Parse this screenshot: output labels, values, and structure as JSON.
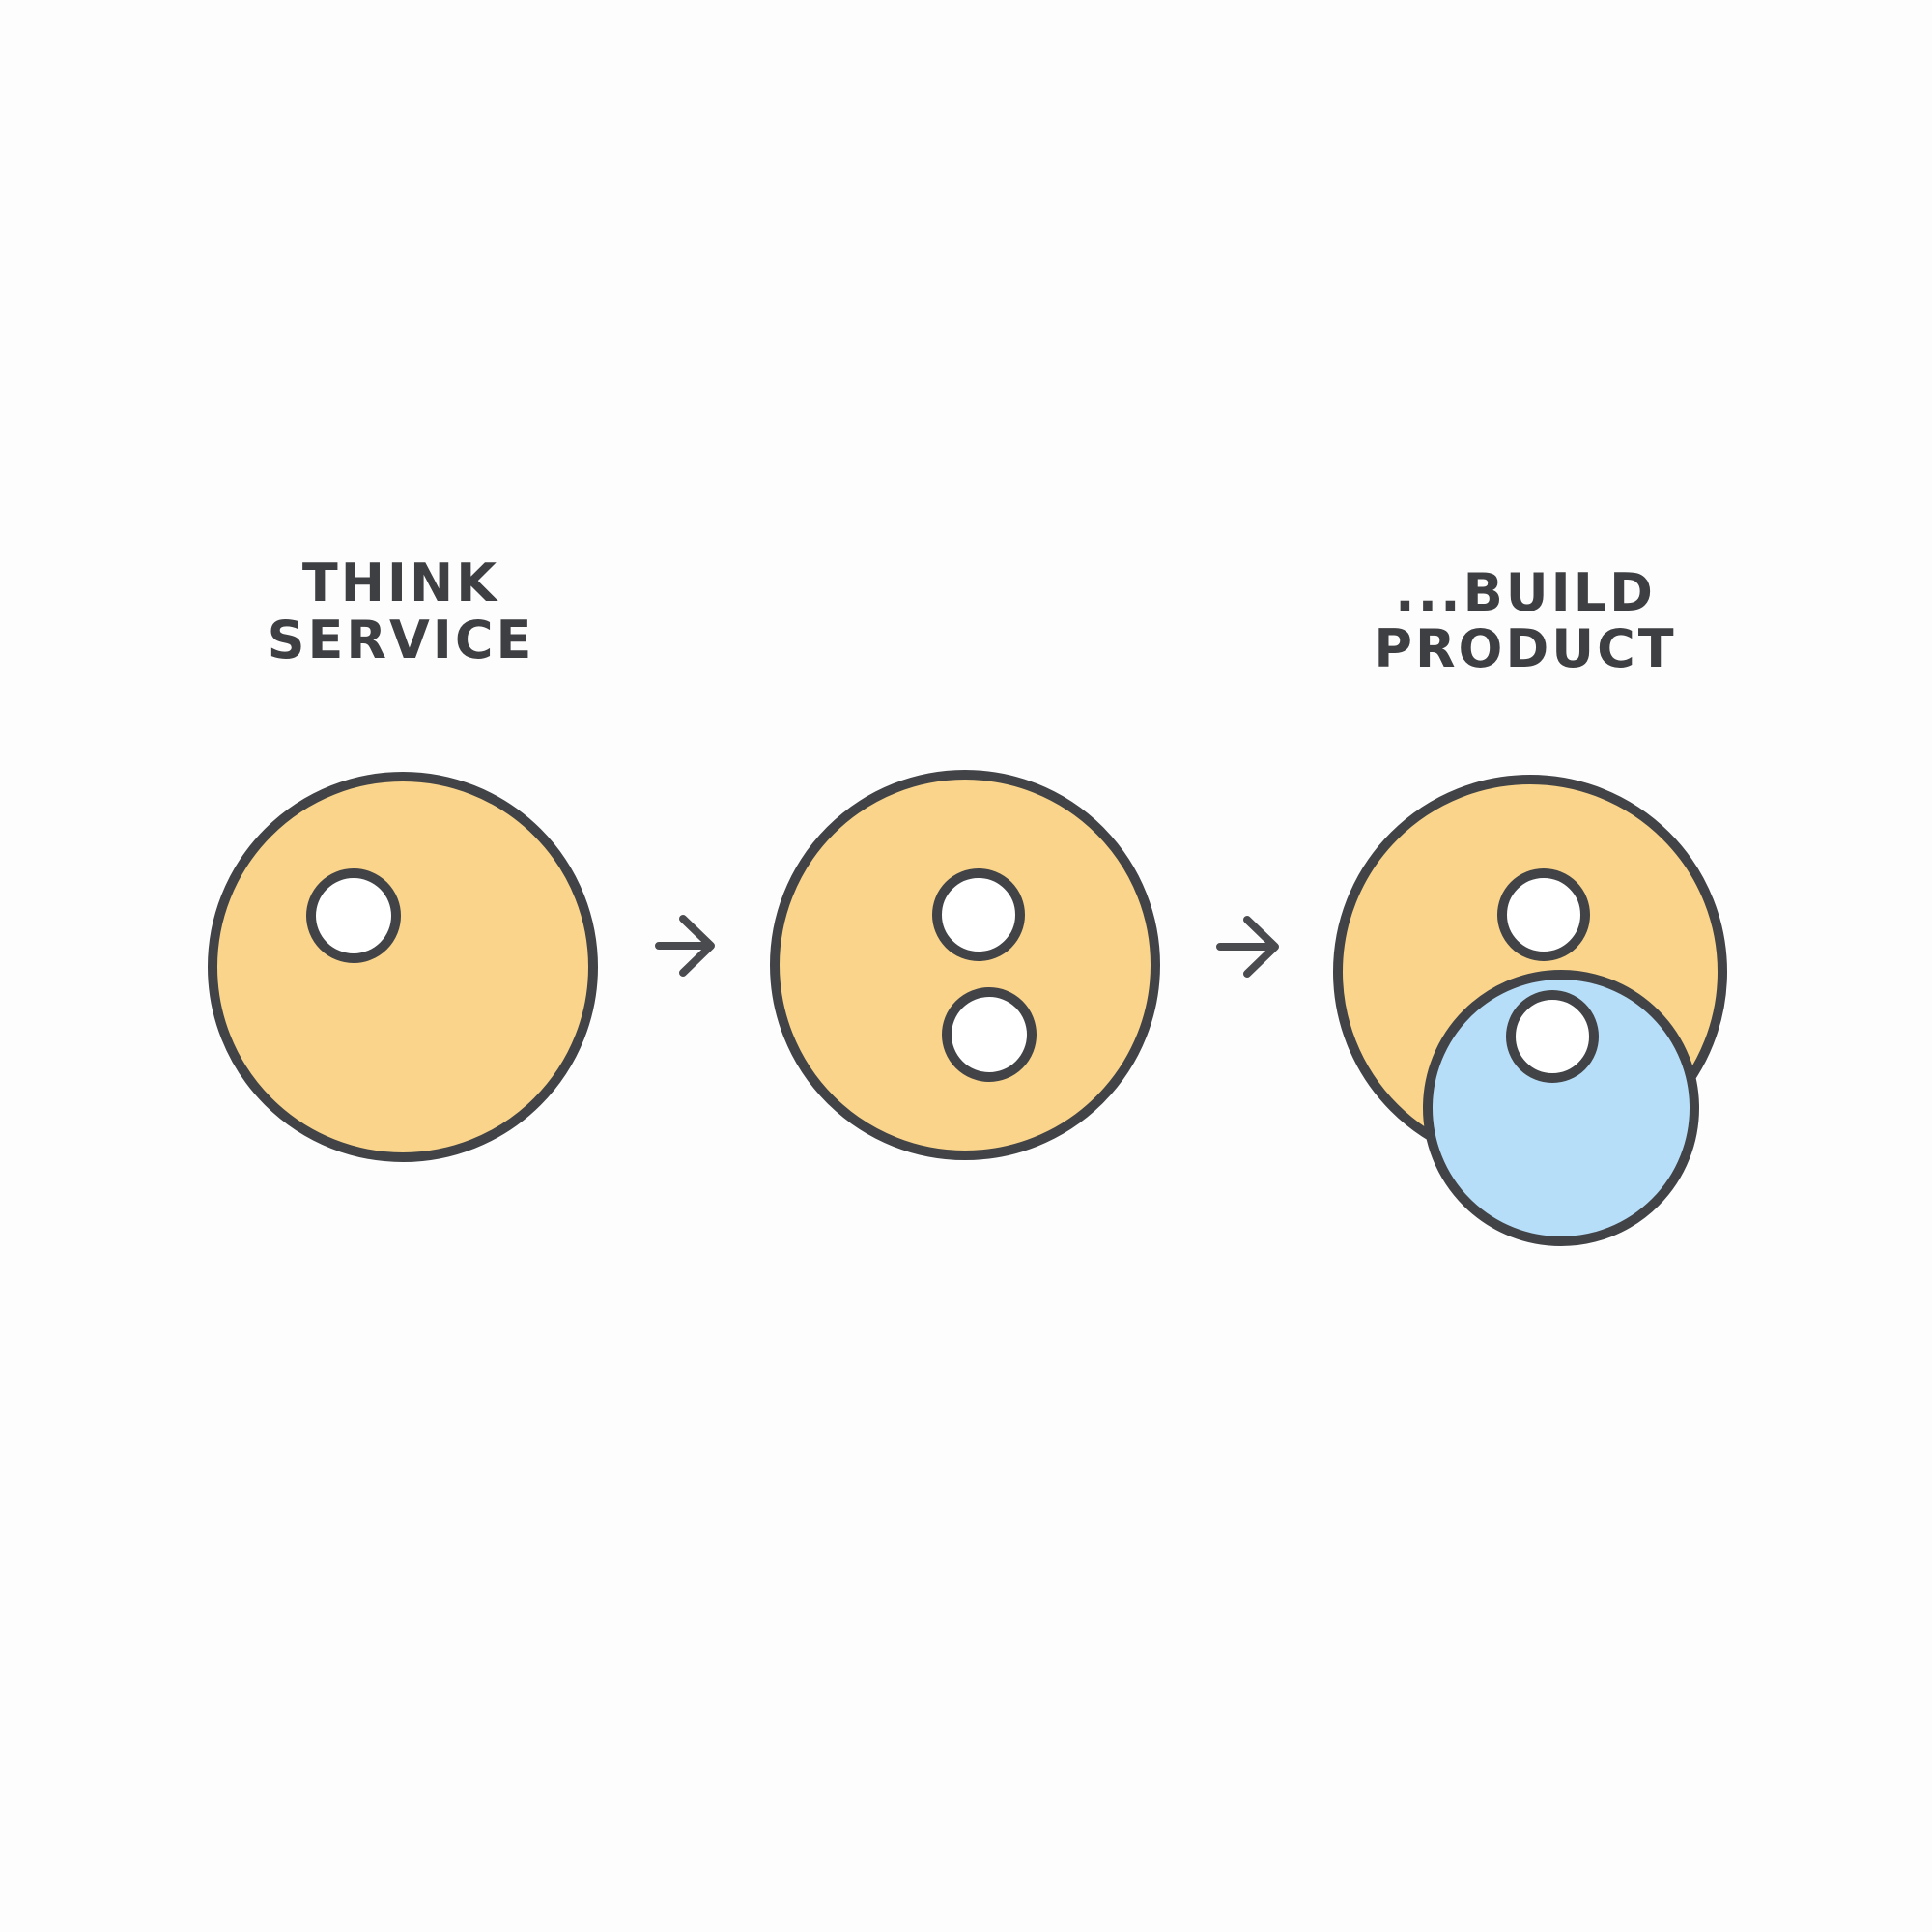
{
  "page": {
    "background": "#FDFDFD"
  },
  "colors": {
    "service_fill": "#F9D48A",
    "product_fill": "#B7DEF8",
    "hole_fill": "#FFFFFF",
    "outline": "#414347",
    "arrow": "#4A4B4E",
    "text": "#3E3F42"
  },
  "labels": {
    "think_service": {
      "line1": "THINK",
      "line2": "SERVICE"
    },
    "build_product": {
      "line1": "...BUILD",
      "line2": "PRODUCT"
    }
  },
  "icons": {
    "arrow1": "arrow-right",
    "arrow2": "arrow-right"
  }
}
